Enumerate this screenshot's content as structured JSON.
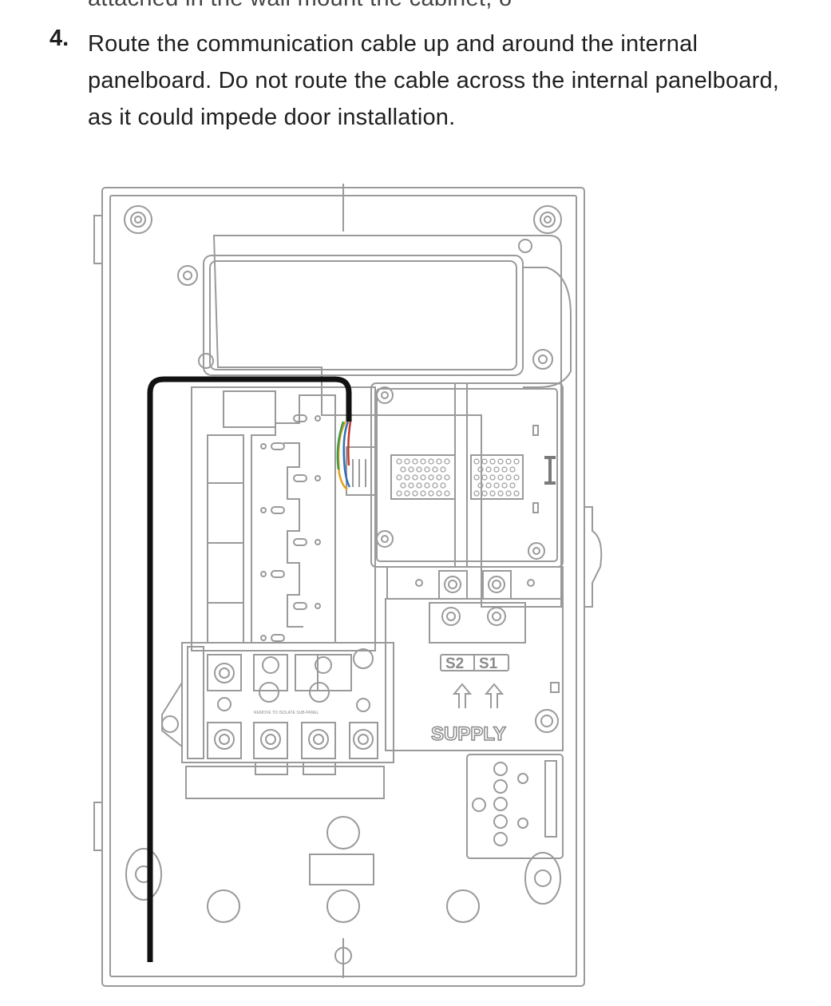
{
  "instruction": {
    "previous_text_fragment": "attached in the wall mount the cabinet, o",
    "step_number": "4.",
    "step_text": "Route the communication cable up and around the internal panelboard. Do not route the cable across the internal panelboard, as it could impede door installation."
  },
  "diagram": {
    "terminal_label_left": "S2",
    "terminal_label_right": "S1",
    "supply_label": "SUPPLY",
    "isolate_label": "REMOVE TO ISOLATE SUB-PANEL",
    "colors": {
      "outline": "#9a9a9a",
      "outline_dark": "#7a7a7a",
      "cable": "#111111",
      "wire_orange": "#e3a21a",
      "wire_blue": "#2f6fb5",
      "wire_red": "#c0392b",
      "wire_green": "#3c9a4a"
    }
  }
}
